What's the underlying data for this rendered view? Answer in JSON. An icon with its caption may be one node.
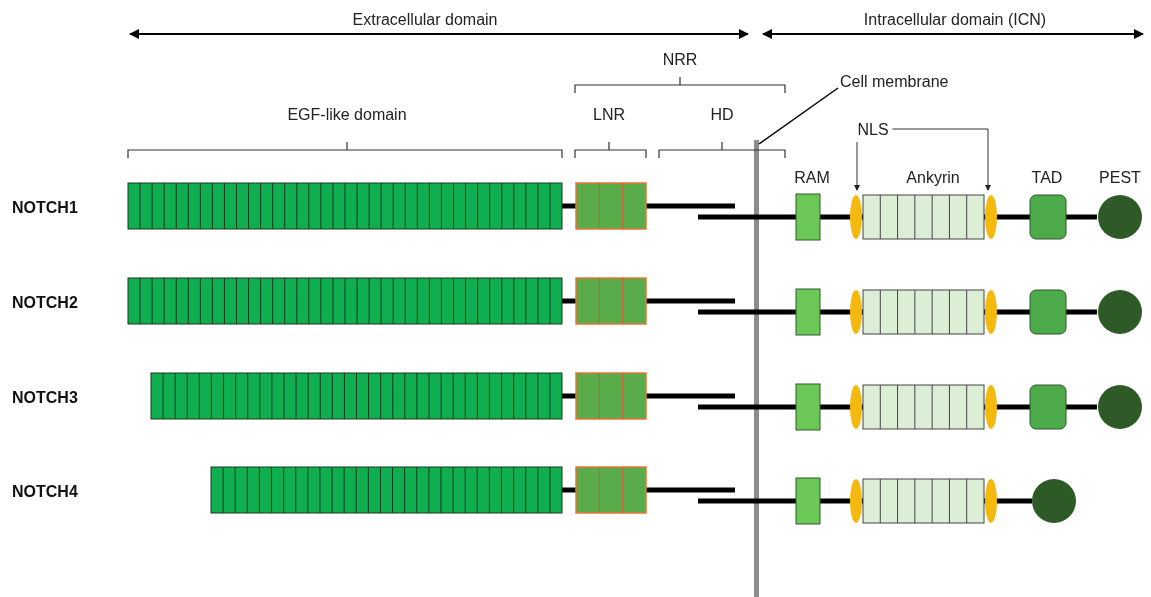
{
  "diagram": {
    "nodes": [
      {
        "text": [
          "Cell membrane"
        ]
      },
      {
        "text": [],
        "shape": "bar"
      }
    ],
    "edges": [
      {
        "from": 0,
        "to": 1,
        "arrow": "none"
      }
    ],
    "labels": [
      "Extracellular domain",
      "Intracellular domain (ICN)",
      "NRR",
      "EGF-like domain",
      "LNR",
      "HD",
      "NLS",
      "RAM",
      "Ankyrin",
      "TAD",
      "PEST",
      "NOTCH1",
      "NOTCH2",
      "NOTCH3",
      "NOTCH4"
    ]
  }
}
